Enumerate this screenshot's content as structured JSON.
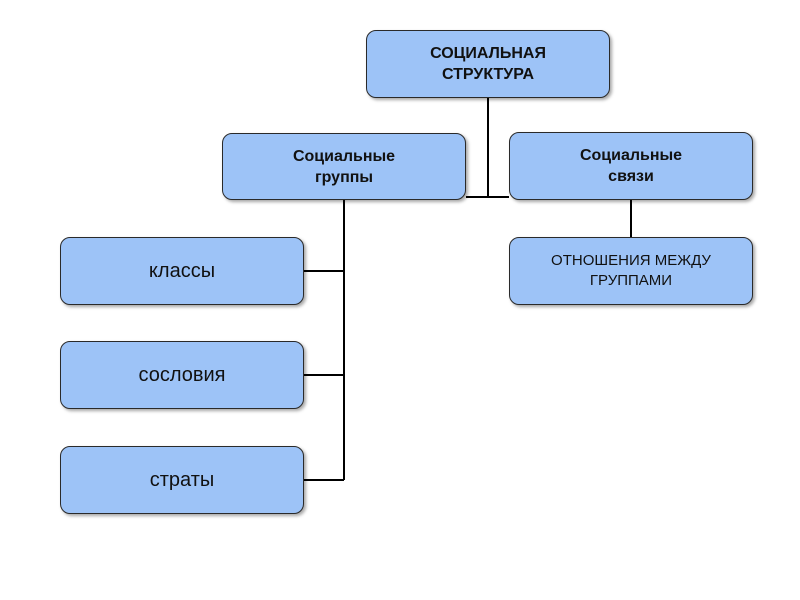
{
  "diagram": {
    "root": {
      "label": "СОЦИАЛЬНАЯ\nСТРУКТУРА"
    },
    "groups": {
      "label": "Социальные\nгруппы"
    },
    "links": {
      "label": "Социальные\nсвязи"
    },
    "relations": {
      "label": "ОТНОШЕНИЯ МЕЖДУ\nГРУППАМИ"
    },
    "group_items": [
      {
        "label": "классы"
      },
      {
        "label": "сословия"
      },
      {
        "label": "страты"
      }
    ]
  },
  "colors": {
    "node_fill": "#9dc3f7",
    "node_border": "#2a2a2a",
    "connector": "#000000"
  }
}
